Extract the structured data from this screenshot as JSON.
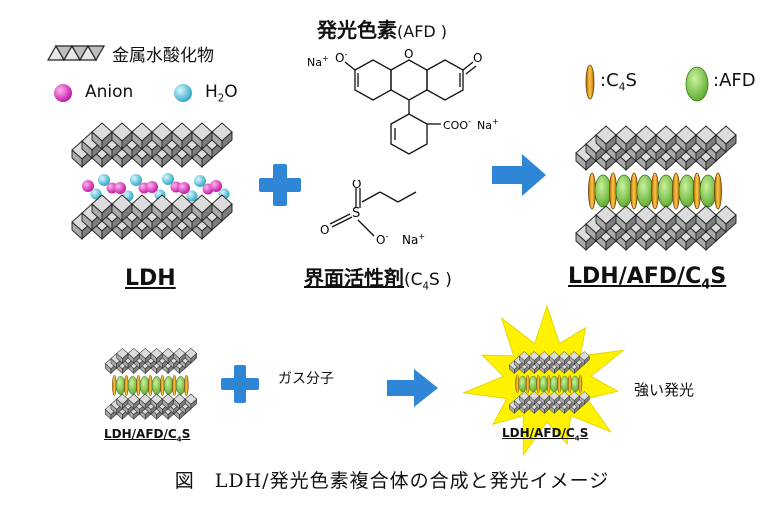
{
  "legend_top": {
    "metal_hydroxide": "金属水酸化物",
    "anion": "Anion",
    "water": "H",
    "water_sub": "2",
    "water_tail": "O"
  },
  "afd": {
    "title_bold": "発光色素",
    "title_paren": "(AFD )",
    "na_left": "Na",
    "na_left_sup": "+",
    "o_minus": "O",
    "o_minus_sup": "-",
    "o_ring": "O",
    "o_ketone": "O",
    "coo": "COO",
    "coo_sup": "-",
    "na_right": "Na",
    "na_right_sup": "+"
  },
  "c4s": {
    "title_bold": "界面活性剤",
    "title_paren": "(C",
    "title_sub": "4",
    "title_tail": "S )",
    "s": "S",
    "o1": "O",
    "o2": "O",
    "o3": "O",
    "o3_sup": "-",
    "na": "Na",
    "na_sup": "+"
  },
  "ldh_label": "LDH",
  "product_label_main": "LDH/AFD/C",
  "product_label_sub": "4",
  "product_label_tail": "S",
  "legend_right": {
    "c4s_prefix": ":C",
    "c4s_sub": "4",
    "c4s_tail": "S",
    "afd": ":AFD"
  },
  "bottom": {
    "gas": "ガス分子",
    "left_label_main": "LDH/AFD/C",
    "left_label_sub": "4",
    "left_label_tail": "S",
    "right_label_main": "LDH/AFD/C",
    "right_label_sub": "4",
    "right_label_tail": "S",
    "strong": "強い発光"
  },
  "caption": "図　LDH/発光色素複合体の合成と発光イメージ",
  "colors": {
    "plus": "#2f86d6",
    "arrow": "#2f86d6",
    "anion": "#d81fb8",
    "water": "#4fc6df",
    "c4s_bar": "#e8a21a",
    "afd_oval": "#7ac943",
    "burst": "#fff200",
    "octa": "#9a9a9a"
  }
}
